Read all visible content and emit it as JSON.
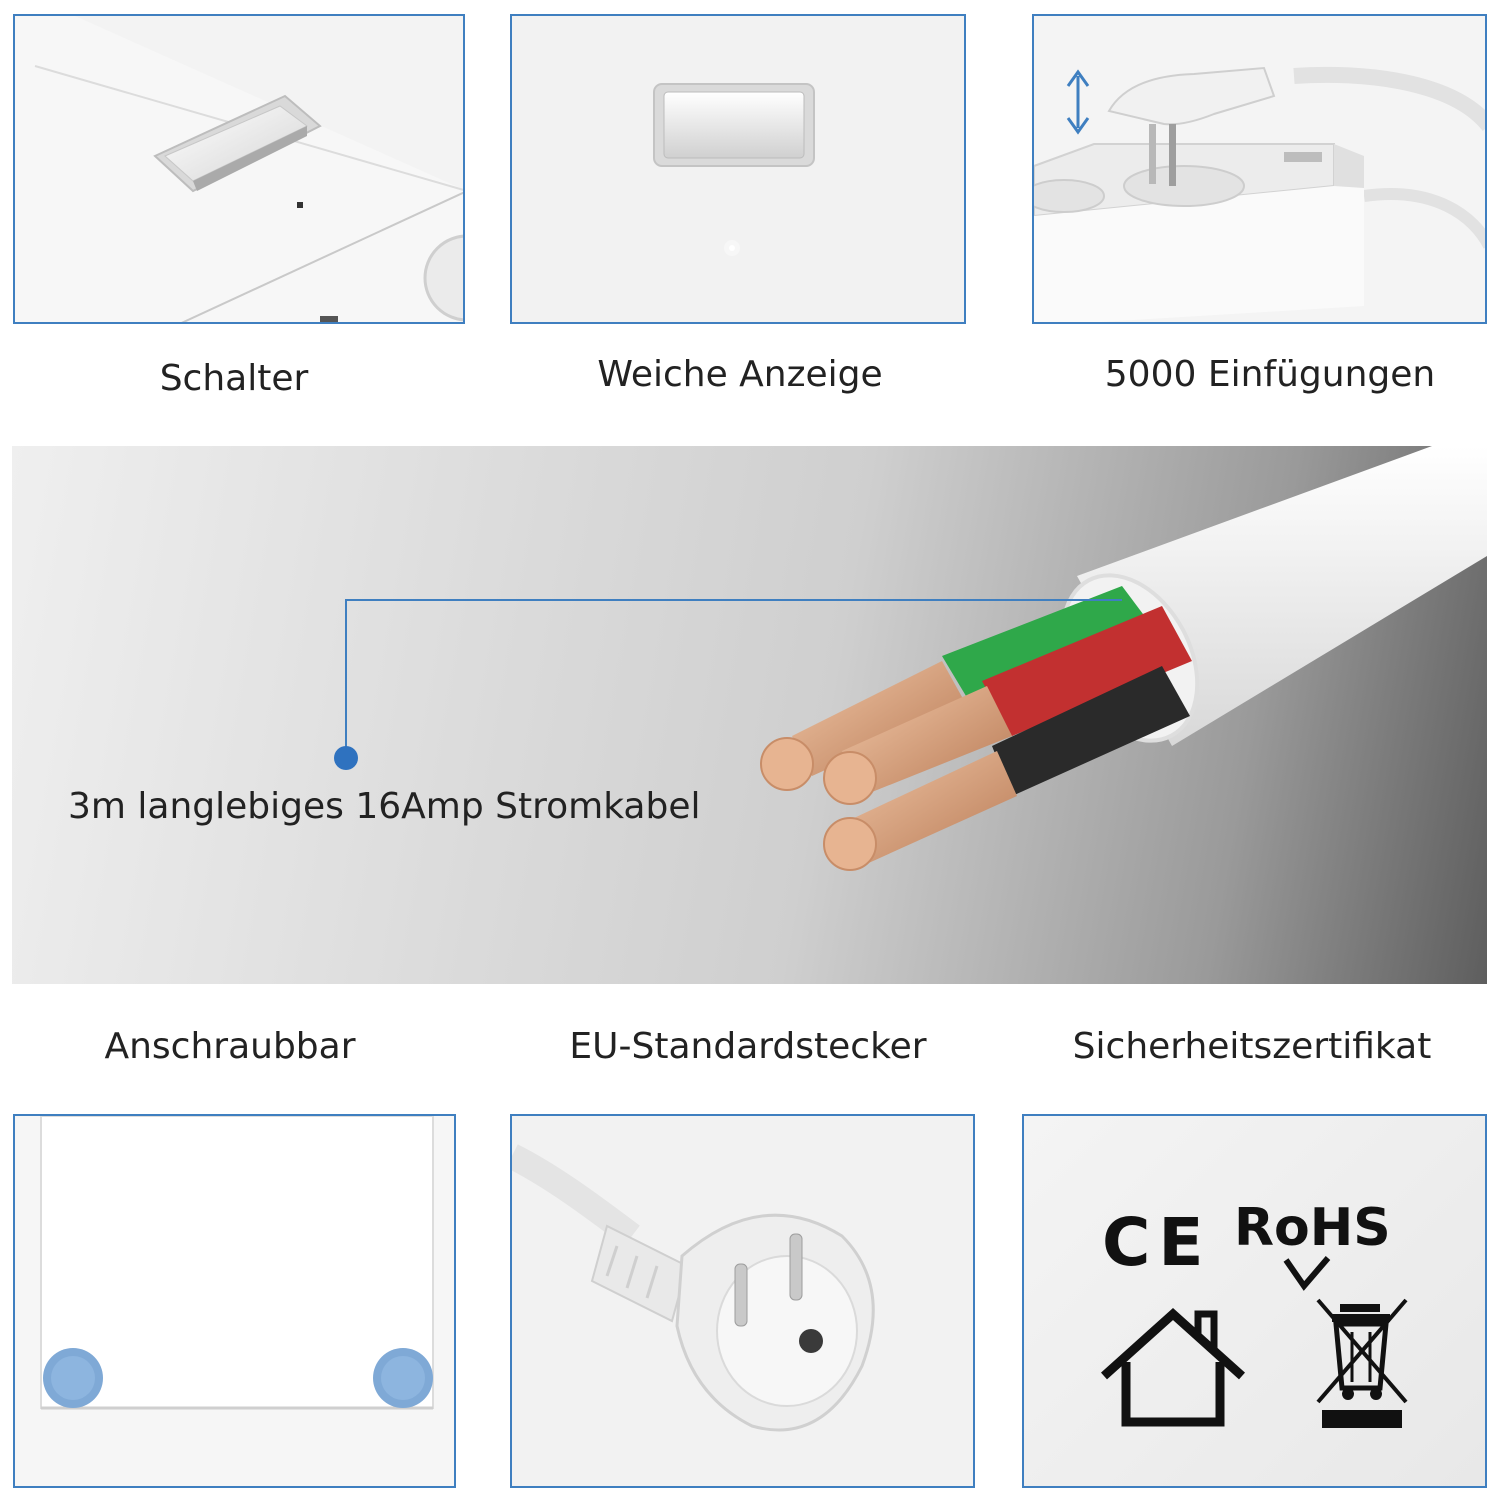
{
  "captions": {
    "switch": "Schalter",
    "indicator": "Weiche Anzeige",
    "insertions": "5000 Einfügungen",
    "screwable": "Anschraubbar",
    "plug": "EU-Standardstecker",
    "certificate": "Sicherheitszertifikat"
  },
  "cable": {
    "label": "3m langlebiges 16Amp Stromkabel"
  },
  "certificate_marks": {
    "ce": "CE",
    "rohs": "RoHS"
  },
  "colors": {
    "accent": "#3f7fc0",
    "foot_blue": "#7fa9d6",
    "wire_green": "#2fa84a",
    "wire_red": "#c23030",
    "wire_black": "#2a2a2a",
    "copper": "#d9a27c"
  },
  "icons": [
    "rocker-switch-icon",
    "indicator-light-icon",
    "up-down-arrow-icon",
    "plug-icon",
    "ce-mark-icon",
    "rohs-mark-icon",
    "indoor-use-house-icon",
    "weee-bin-icon"
  ]
}
